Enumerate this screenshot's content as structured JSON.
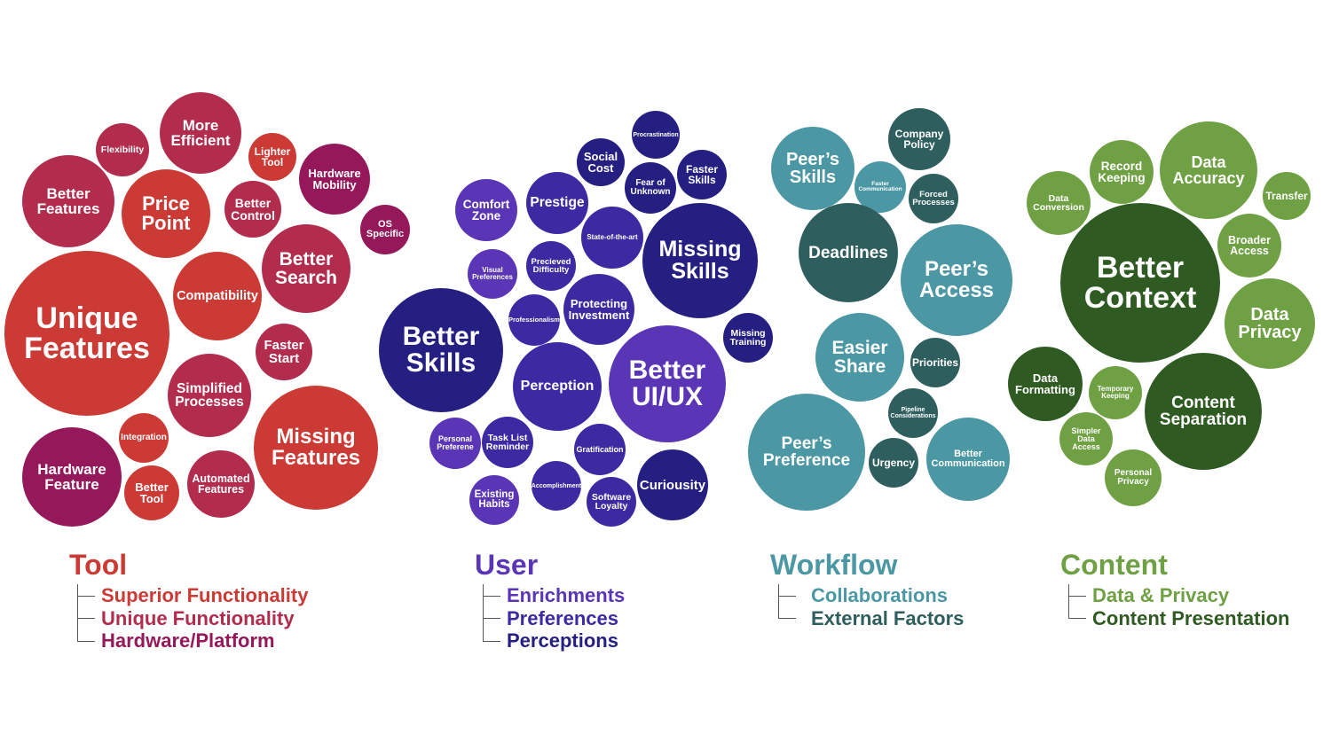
{
  "groups": [
    {
      "title": "Tool",
      "title_color": "#cc3a35",
      "subcategories": [
        {
          "label": "Superior Functionality",
          "color": "#cc3a35"
        },
        {
          "label": "Unique Functionality",
          "color": "#b12c4d"
        },
        {
          "label": "Hardware/Platform",
          "color": "#95195a"
        }
      ]
    },
    {
      "title": "User",
      "title_color": "#5a35b5",
      "subcategories": [
        {
          "label": "Enrichments",
          "color": "#5a35b5"
        },
        {
          "label": "Preferences",
          "color": "#3d2aa2"
        },
        {
          "label": "Perceptions",
          "color": "#251f82"
        }
      ]
    },
    {
      "title": "Workflow",
      "title_color": "#4b97a4",
      "subcategories": [
        {
          "label": "Collaborations",
          "color": "#4b97a4"
        },
        {
          "label": "External Factors",
          "color": "#2f5e5e"
        }
      ]
    },
    {
      "title": "Content",
      "title_color": "#6fa043",
      "subcategories": [
        {
          "label": "Data & Privacy",
          "color": "#6fa043"
        },
        {
          "label": "Content Presentation",
          "color": "#2f5b22"
        }
      ]
    }
  ],
  "bubbles": [
    {
      "label": "Unique\nFeatures",
      "color": "#cc3a35"
    },
    {
      "label": "Better\nFeatures",
      "color": "#b12c4d"
    },
    {
      "label": "More\nEfficient",
      "color": "#b12c4d"
    },
    {
      "label": "Flexibility",
      "color": "#b12c4d"
    },
    {
      "label": "Price\nPoint",
      "color": "#cc3a35"
    },
    {
      "label": "Lighter\nTool",
      "color": "#cc3a35"
    },
    {
      "label": "Better\nControl",
      "color": "#b12c4d"
    },
    {
      "label": "Hardware\nMobility",
      "color": "#95195a"
    },
    {
      "label": "OS\nSpecific",
      "color": "#95195a"
    },
    {
      "label": "Better\nSearch",
      "color": "#b12c4d"
    },
    {
      "label": "Compatibility",
      "color": "#cc3a35"
    },
    {
      "label": "Faster\nStart",
      "color": "#b12c4d"
    },
    {
      "label": "Simplified\nProcesses",
      "color": "#b12c4d"
    },
    {
      "label": "Missing\nFeatures",
      "color": "#cc3a35"
    },
    {
      "label": "Hardware\nFeature",
      "color": "#95195a"
    },
    {
      "label": "Integration",
      "color": "#cc3a35"
    },
    {
      "label": "Better\nTool",
      "color": "#cc3a35"
    },
    {
      "label": "Automated\nFeatures",
      "color": "#b12c4d"
    },
    {
      "label": "Procrastination",
      "color": "#251f82"
    },
    {
      "label": "Social\nCost",
      "color": "#251f82"
    },
    {
      "label": "Faster\nSkills",
      "color": "#251f82"
    },
    {
      "label": "Fear of\nUnknown",
      "color": "#251f82"
    },
    {
      "label": "Comfort\nZone",
      "color": "#5a35b5"
    },
    {
      "label": "Prestige",
      "color": "#3d2aa2"
    },
    {
      "label": "State-of-the-art",
      "color": "#3d2aa2"
    },
    {
      "label": "Missing\nSkills",
      "color": "#251f82"
    },
    {
      "label": "Visual\nPreferences",
      "color": "#5a35b5"
    },
    {
      "label": "Precieved\nDifficulty",
      "color": "#3d2aa2"
    },
    {
      "label": "Protecting\nInvestment",
      "color": "#3d2aa2"
    },
    {
      "label": "Professionalism",
      "color": "#3d2aa2"
    },
    {
      "label": "Better\nSkills",
      "color": "#251f82"
    },
    {
      "label": "Missing\nTraining",
      "color": "#251f82"
    },
    {
      "label": "Perception",
      "color": "#3d2aa2"
    },
    {
      "label": "Better\nUI/UX",
      "color": "#5a35b5"
    },
    {
      "label": "Personal\nPreferene",
      "color": "#5a35b5"
    },
    {
      "label": "Task List\nReminder",
      "color": "#3d2aa2"
    },
    {
      "label": "Gratification",
      "color": "#3d2aa2"
    },
    {
      "label": "Existing\nHabits",
      "color": "#5a35b5"
    },
    {
      "label": "Accomplishment",
      "color": "#3d2aa2"
    },
    {
      "label": "Software\nLoyalty",
      "color": "#3d2aa2"
    },
    {
      "label": "Curiousity",
      "color": "#251f82"
    },
    {
      "label": "Peer’s\nSkills",
      "color": "#4b97a4"
    },
    {
      "label": "Company\nPolicy",
      "color": "#2f5e5e"
    },
    {
      "label": "Faster\nCommunication",
      "color": "#4b97a4"
    },
    {
      "label": "Forced\nProcesses",
      "color": "#2f5e5e"
    },
    {
      "label": "Deadlines",
      "color": "#2f5e5e"
    },
    {
      "label": "Peer’s\nAccess",
      "color": "#4b97a4"
    },
    {
      "label": "Easier\nShare",
      "color": "#4b97a4"
    },
    {
      "label": "Priorities",
      "color": "#2f5e5e"
    },
    {
      "label": "Pipeline\nConsiderations",
      "color": "#2f5e5e"
    },
    {
      "label": "Peer’s\nPreference",
      "color": "#4b97a4"
    },
    {
      "label": "Urgency",
      "color": "#2f5e5e"
    },
    {
      "label": "Better\nCommunication",
      "color": "#4b97a4"
    },
    {
      "label": "Record\nKeeping",
      "color": "#6fa043"
    },
    {
      "label": "Data\nAccuracy",
      "color": "#6fa043"
    },
    {
      "label": "Data\nConversion",
      "color": "#6fa043"
    },
    {
      "label": "Transfer",
      "color": "#6fa043"
    },
    {
      "label": "Better\nContext",
      "color": "#2f5b22"
    },
    {
      "label": "Broader\nAccess",
      "color": "#6fa043"
    },
    {
      "label": "Data\nPrivacy",
      "color": "#6fa043"
    },
    {
      "label": "Data\nFormatting",
      "color": "#2f5b22"
    },
    {
      "label": "Temporary\nKeeping",
      "color": "#6fa043"
    },
    {
      "label": "Content\nSeparation",
      "color": "#2f5b22"
    },
    {
      "label": "Simpler\nData\nAccess",
      "color": "#6fa043"
    },
    {
      "label": "Personal\nPrivacy",
      "color": "#6fa043"
    }
  ]
}
